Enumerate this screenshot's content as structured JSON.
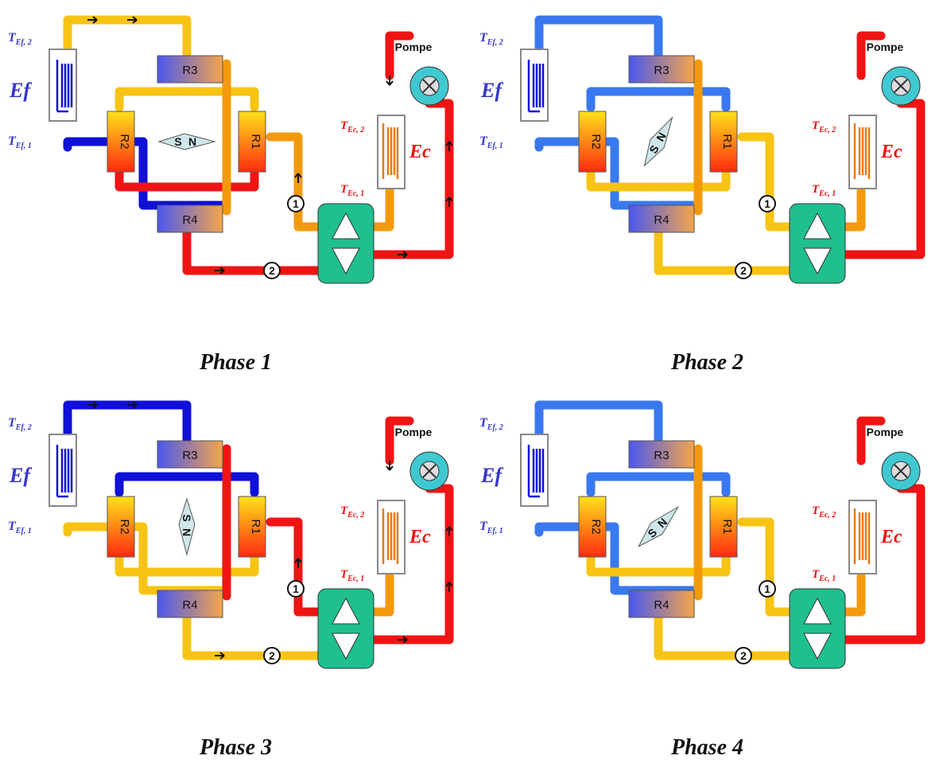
{
  "labels": {
    "t_ef2_main": "T",
    "t_ef2_sub": "Ef, 2",
    "t_ef1_main": "T",
    "t_ef1_sub": "Ef, 1",
    "t_ec2_main": "T",
    "t_ec2_sub": "Ec, 2",
    "t_ec1_main": "T",
    "t_ec1_sub": "Ec, 1",
    "ef": "Ef",
    "ec": "Ec",
    "pump": "Pompe",
    "r1": "R1",
    "r2": "R2",
    "r3": "R3",
    "r4": "R4",
    "port1": "1",
    "port2": "2",
    "magnet_s": "S",
    "magnet_n": "N"
  },
  "colors": {
    "cold_dark": "#1010d8",
    "cold_light": "#3a78ef",
    "hot": "#f01414",
    "warm": "#f8c414",
    "orange": "#f39a0c",
    "exchanger_body": "#1fbf8f",
    "pump_body": "#40c8d0"
  },
  "phases": [
    {
      "caption": "Phase 1",
      "magnet_angle": 0,
      "arrows": true
    },
    {
      "caption": "Phase 2",
      "magnet_angle": -60,
      "arrows": false
    },
    {
      "caption": "Phase 3",
      "magnet_angle": 90,
      "arrows": true
    },
    {
      "caption": "Phase 4",
      "magnet_angle": -45,
      "arrows": false
    }
  ]
}
